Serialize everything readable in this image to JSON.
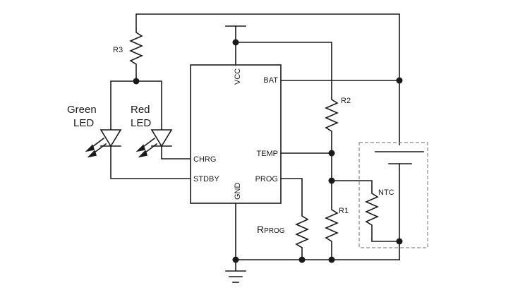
{
  "chip": {
    "pins": {
      "vcc": "VCC",
      "bat": "BAT",
      "chrg": "CHRG",
      "temp": "TEMP",
      "stdby": "STDBY",
      "prog": "PROG",
      "gnd": "GND"
    }
  },
  "components": {
    "r3": "R3",
    "r2": "R2",
    "r1": "R1",
    "ntc": "NTC",
    "rprog_main": "R",
    "rprog_sub": "PROG"
  },
  "leds": {
    "green_line1": "Green",
    "green_line2": "LED",
    "red_line1": "Red",
    "red_line2": "LED"
  }
}
